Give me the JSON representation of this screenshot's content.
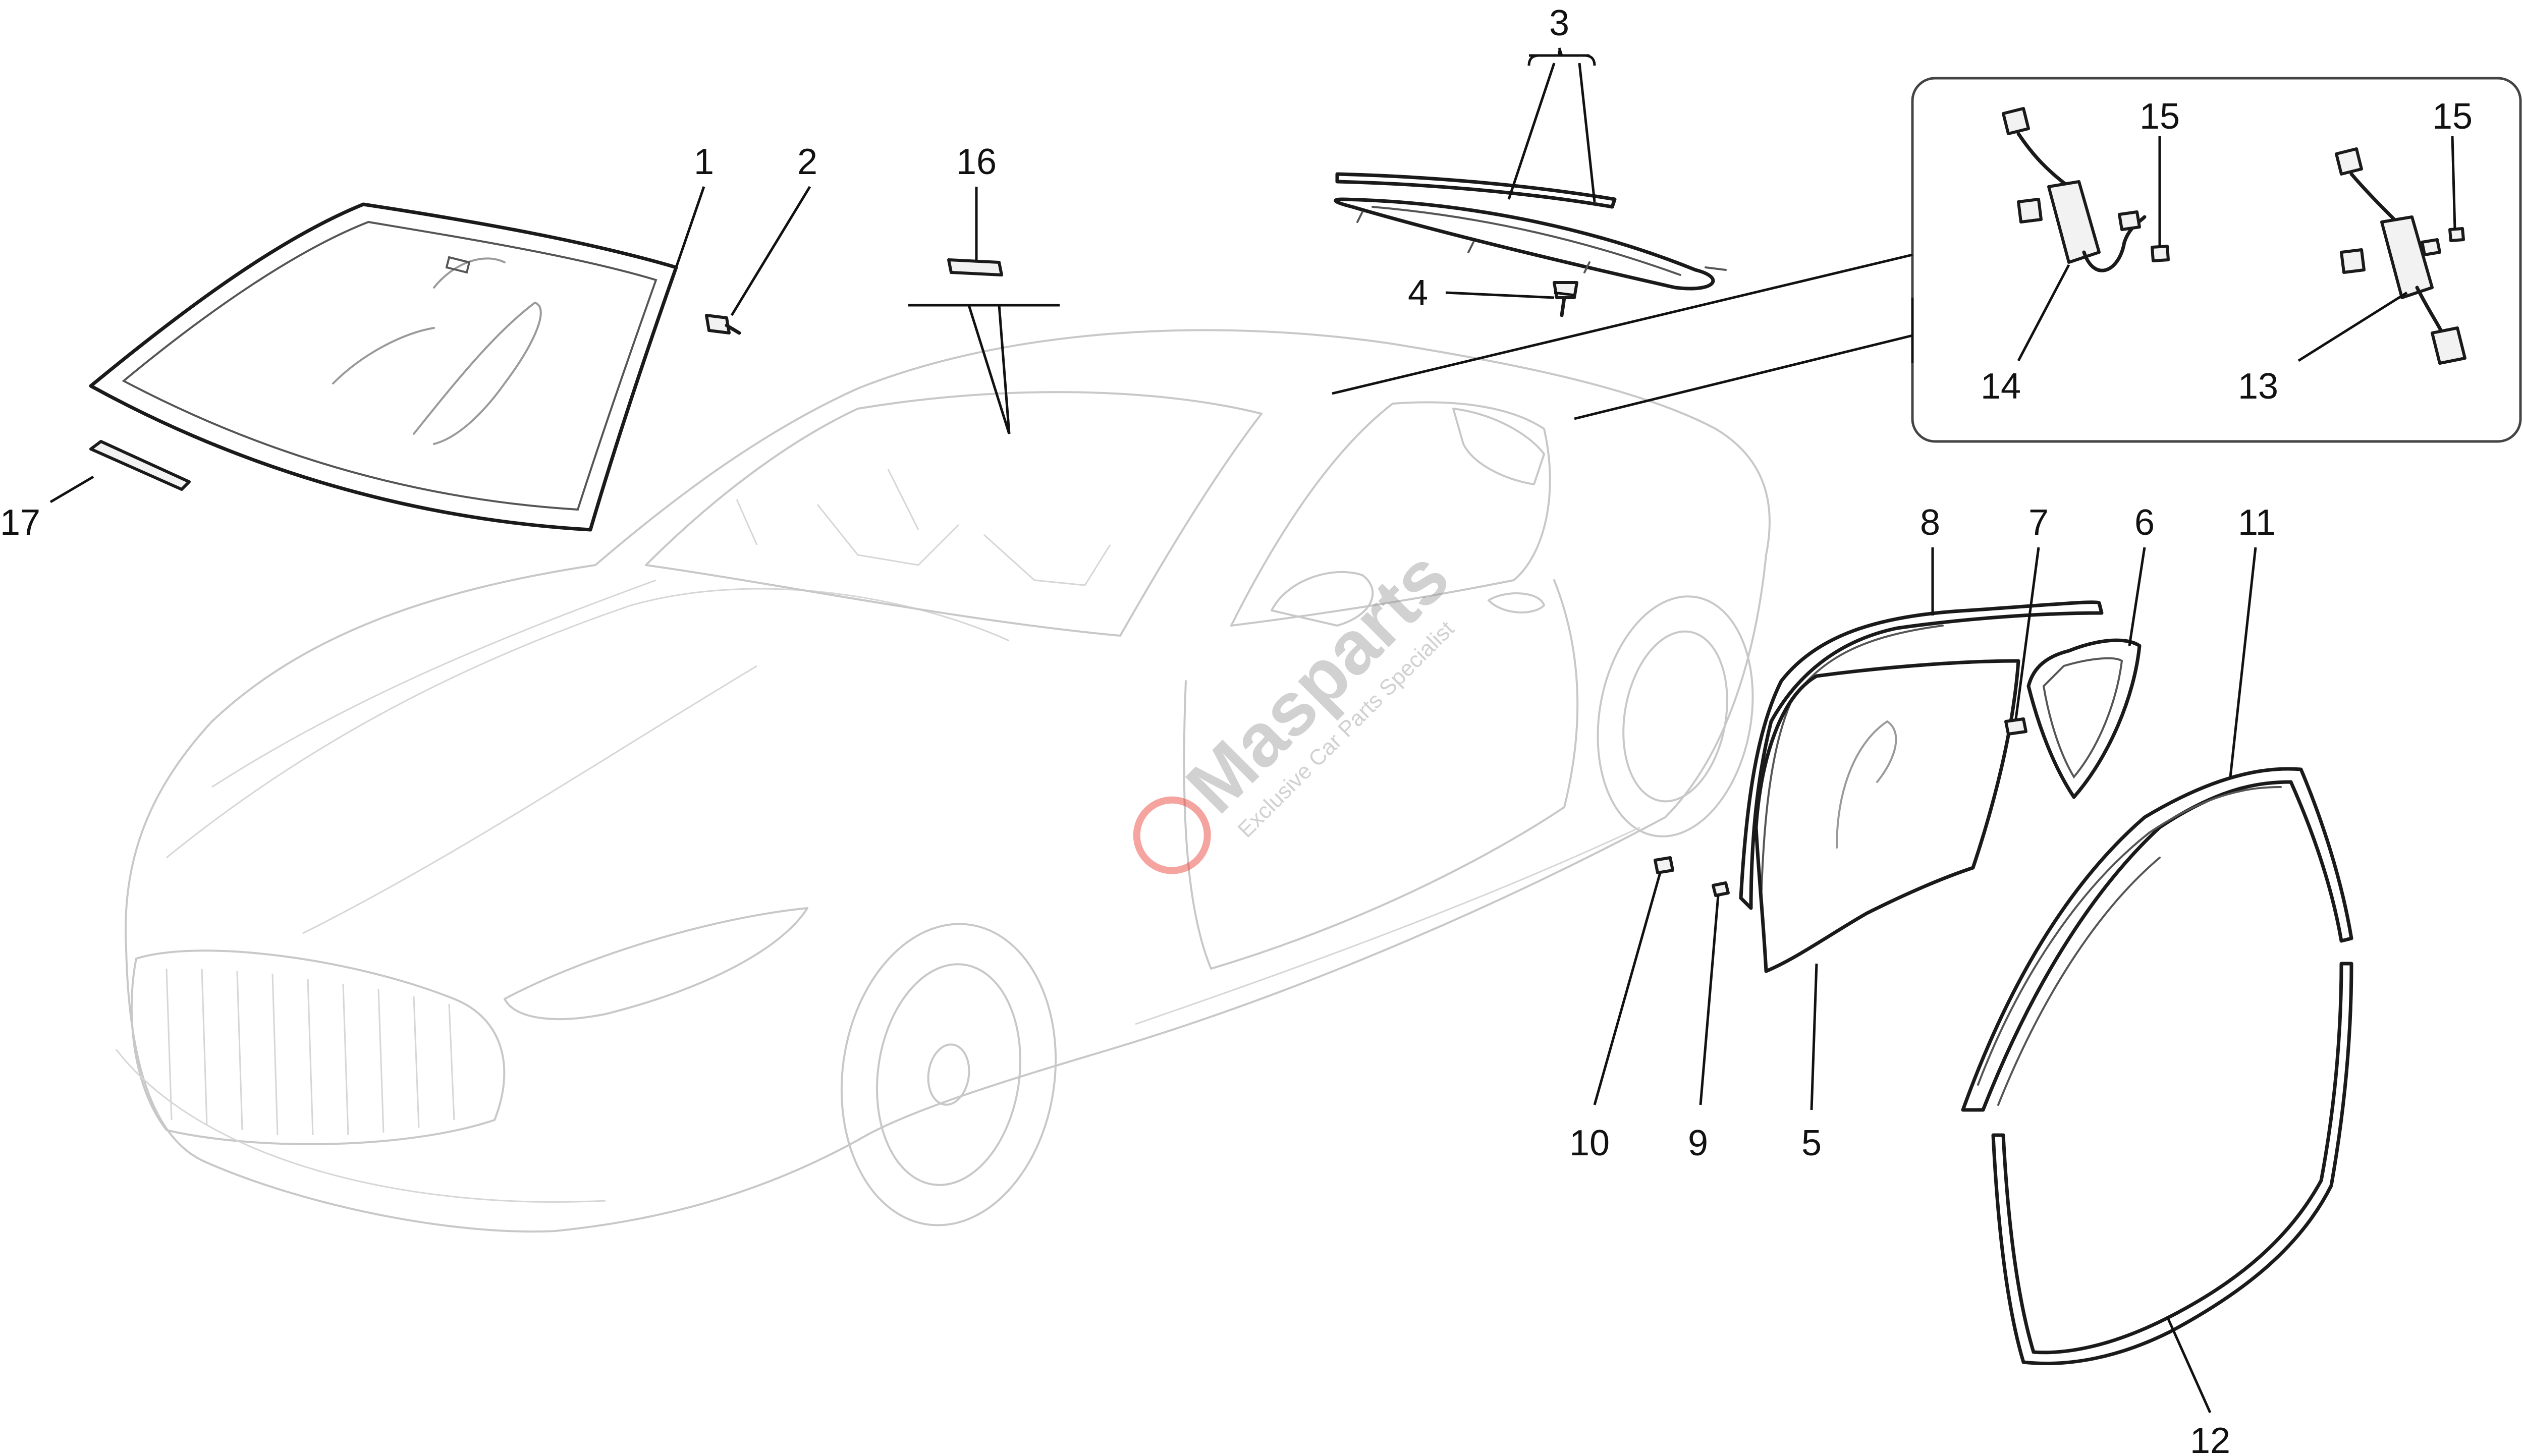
{
  "watermark": {
    "brand": "Masparts",
    "tagline": "Exclusive Car Parts Specialist",
    "accent_color": "#e8352b"
  },
  "callouts": [
    "1",
    "2",
    "3",
    "4",
    "5",
    "6",
    "7",
    "8",
    "9",
    "10",
    "11",
    "12",
    "13",
    "14",
    "15",
    "15",
    "16",
    "17"
  ],
  "colors": {
    "line": "#1a1a1a",
    "car_outline": "#c8c8c8",
    "background": "#ffffff"
  }
}
